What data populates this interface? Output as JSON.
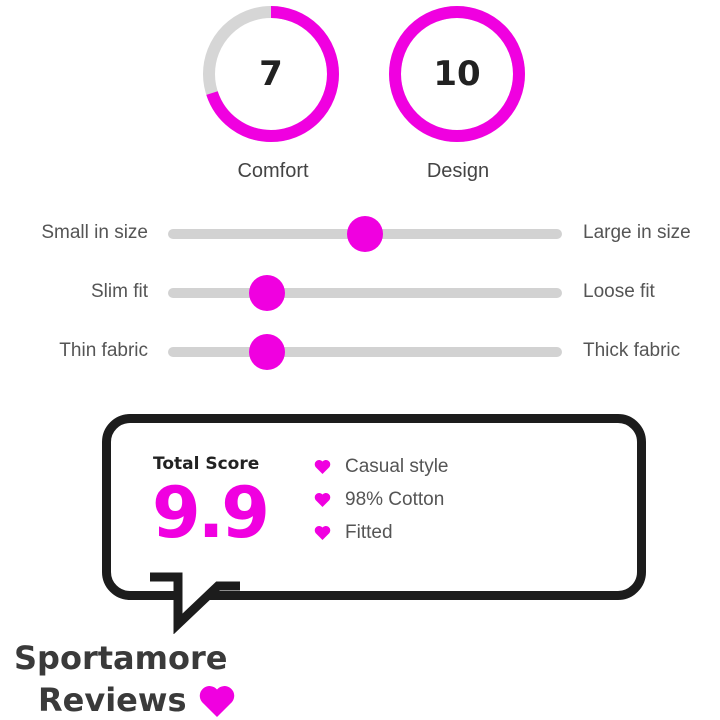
{
  "ratings": [
    {
      "label": "Comfort",
      "value": "7",
      "fraction": 0.7
    },
    {
      "label": "Design",
      "value": "10",
      "fraction": 1.0
    }
  ],
  "sliders": [
    {
      "left_label": "Small in size",
      "right_label": "Large in size",
      "position": 0.5
    },
    {
      "left_label": "Slim fit",
      "right_label": "Loose fit",
      "position": 0.25
    },
    {
      "left_label": "Thin fabric",
      "right_label": "Thick fabric",
      "position": 0.25
    }
  ],
  "score": {
    "title": "Total Score",
    "value": "9.9",
    "features": [
      "Casual style",
      "98% Cotton",
      "Fitted"
    ]
  },
  "brand": {
    "line1": "Sportamore",
    "line2": "Reviews"
  },
  "colors": {
    "accent": "#f000e0",
    "track": "#d2d2d2",
    "ring_track": "#d6d6d6",
    "text": "#3a3a3a",
    "bubble_border": "#1c1c1c"
  },
  "icons": {
    "feature_bullet": "heart-icon",
    "brand_mark": "heart-icon"
  }
}
